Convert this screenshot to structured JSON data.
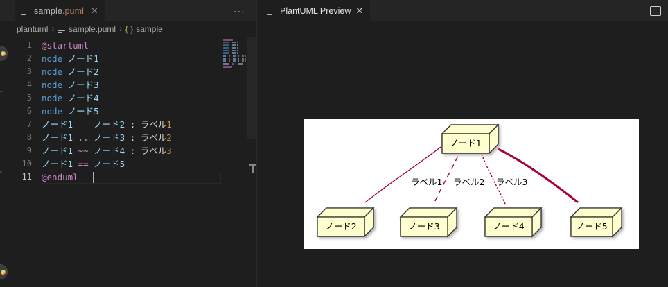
{
  "window": {
    "bg": "#1e1e1e",
    "tabbar_bg": "#252526"
  },
  "editor_group": {
    "tab": {
      "icon": "plantuml-file-icon",
      "name": "sample",
      "ext": ".puml",
      "full_label": "sample.puml",
      "close_glyph": "✕"
    },
    "actions": {
      "more_glyph": "…",
      "more_label": "..."
    },
    "breadcrumb": {
      "items": [
        {
          "label": "plantuml",
          "icon": "none"
        },
        {
          "label": "sample.puml",
          "icon": "file-icon"
        },
        {
          "label": "sample",
          "icon": "braces-icon"
        }
      ],
      "separator": "›",
      "braces": "{ }"
    },
    "code": {
      "language": "plantuml",
      "current_line": 11,
      "lines": [
        {
          "n": "1",
          "tokens": [
            {
              "t": "@startuml",
              "c": "s-preproc"
            }
          ]
        },
        {
          "n": "2",
          "tokens": [
            {
              "t": "node",
              "c": "s-keyword"
            },
            {
              "t": " ",
              "c": "s-plain"
            },
            {
              "t": "ノード",
              "c": "s-ident"
            },
            {
              "t": "1",
              "c": "s-ident"
            }
          ]
        },
        {
          "n": "3",
          "tokens": [
            {
              "t": "node",
              "c": "s-keyword"
            },
            {
              "t": " ",
              "c": "s-plain"
            },
            {
              "t": "ノード",
              "c": "s-ident"
            },
            {
              "t": "2",
              "c": "s-ident"
            }
          ]
        },
        {
          "n": "4",
          "tokens": [
            {
              "t": "node",
              "c": "s-keyword"
            },
            {
              "t": " ",
              "c": "s-plain"
            },
            {
              "t": "ノード",
              "c": "s-ident"
            },
            {
              "t": "3",
              "c": "s-ident"
            }
          ]
        },
        {
          "n": "5",
          "tokens": [
            {
              "t": "node",
              "c": "s-keyword"
            },
            {
              "t": " ",
              "c": "s-plain"
            },
            {
              "t": "ノード",
              "c": "s-ident"
            },
            {
              "t": "4",
              "c": "s-ident"
            }
          ]
        },
        {
          "n": "6",
          "tokens": [
            {
              "t": "node",
              "c": "s-keyword"
            },
            {
              "t": " ",
              "c": "s-plain"
            },
            {
              "t": "ノード",
              "c": "s-ident"
            },
            {
              "t": "5",
              "c": "s-ident"
            }
          ]
        },
        {
          "n": "7",
          "tokens": [
            {
              "t": "ノード1",
              "c": "s-ident"
            },
            {
              "t": " ",
              "c": "s-plain"
            },
            {
              "t": "--",
              "c": "s-op"
            },
            {
              "t": " ",
              "c": "s-plain"
            },
            {
              "t": "ノード2",
              "c": "s-ident"
            },
            {
              "t": " ",
              "c": "s-plain"
            },
            {
              "t": ":",
              "c": "s-colon"
            },
            {
              "t": " ",
              "c": "s-plain"
            },
            {
              "t": "ラベル",
              "c": "s-label"
            },
            {
              "t": "1",
              "c": "s-num"
            }
          ]
        },
        {
          "n": "8",
          "tokens": [
            {
              "t": "ノード1",
              "c": "s-ident"
            },
            {
              "t": " ",
              "c": "s-plain"
            },
            {
              "t": "..",
              "c": "s-op"
            },
            {
              "t": " ",
              "c": "s-plain"
            },
            {
              "t": "ノード3",
              "c": "s-ident"
            },
            {
              "t": " ",
              "c": "s-plain"
            },
            {
              "t": ":",
              "c": "s-colon"
            },
            {
              "t": " ",
              "c": "s-plain"
            },
            {
              "t": "ラベル",
              "c": "s-label"
            },
            {
              "t": "2",
              "c": "s-num"
            }
          ]
        },
        {
          "n": "9",
          "tokens": [
            {
              "t": "ノード1",
              "c": "s-ident"
            },
            {
              "t": " ",
              "c": "s-plain"
            },
            {
              "t": "~~",
              "c": "s-op"
            },
            {
              "t": " ",
              "c": "s-plain"
            },
            {
              "t": "ノード4",
              "c": "s-ident"
            },
            {
              "t": " ",
              "c": "s-plain"
            },
            {
              "t": ":",
              "c": "s-colon"
            },
            {
              "t": " ",
              "c": "s-plain"
            },
            {
              "t": "ラベル",
              "c": "s-label"
            },
            {
              "t": "3",
              "c": "s-num"
            }
          ]
        },
        {
          "n": "10",
          "tokens": [
            {
              "t": "ノード1",
              "c": "s-ident"
            },
            {
              "t": " ",
              "c": "s-plain"
            },
            {
              "t": "==",
              "c": "s-op"
            },
            {
              "t": " ",
              "c": "s-plain"
            },
            {
              "t": "ノード5",
              "c": "s-ident"
            }
          ]
        },
        {
          "n": "11",
          "tokens": [
            {
              "t": "@enduml",
              "c": "s-preproc"
            }
          ]
        }
      ]
    },
    "minimap": {
      "present": true
    },
    "scrollbar": {
      "mark_glyph": "T"
    }
  },
  "preview_pane": {
    "tab": {
      "label": "PlantUML Preview",
      "icon": "plantuml-file-icon",
      "close_glyph": "✕"
    },
    "actions": {
      "split_editor_icon": "split-editor-icon"
    },
    "diagram": {
      "background": "#ffffff",
      "node_fill": "#fefece",
      "node_stroke": "#33302e",
      "edge_color": "#a80036",
      "label_color": "#000000",
      "nodes": [
        {
          "id": "n1",
          "label": "ノード1"
        },
        {
          "id": "n2",
          "label": "ノード2"
        },
        {
          "id": "n3",
          "label": "ノード3"
        },
        {
          "id": "n4",
          "label": "ノード4"
        },
        {
          "id": "n5",
          "label": "ノード5"
        }
      ],
      "edges": [
        {
          "from": "n1",
          "to": "n2",
          "style": "solid",
          "label": "ラベル1"
        },
        {
          "from": "n1",
          "to": "n3",
          "style": "dashed",
          "label": "ラベル2"
        },
        {
          "from": "n1",
          "to": "n4",
          "style": "dotted",
          "label": "ラベル3"
        },
        {
          "from": "n1",
          "to": "n5",
          "style": "bold",
          "label": ""
        }
      ],
      "edge_labels": [
        {
          "text": "ラベル1"
        },
        {
          "text": "ラベル2"
        },
        {
          "text": "ラベル3"
        }
      ]
    }
  }
}
